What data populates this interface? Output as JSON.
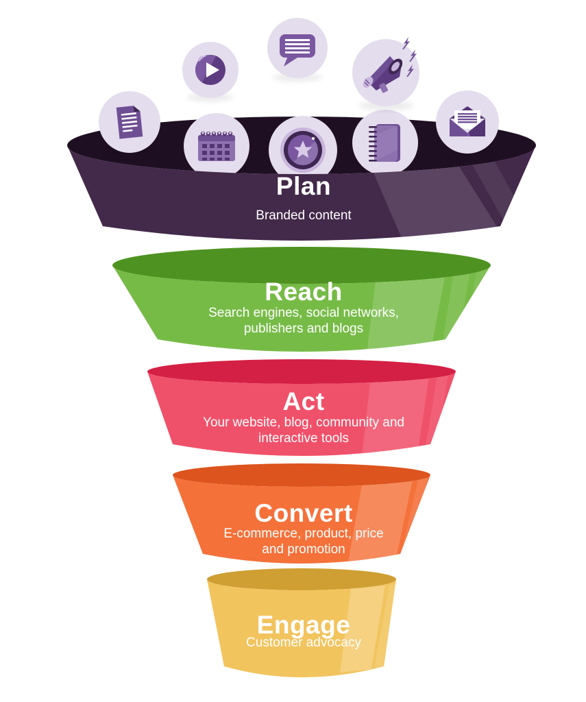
{
  "funnel": {
    "title_text_color": "#ffffff",
    "background": "#ffffff",
    "segments": [
      {
        "label": "Plan",
        "description": "Branded content",
        "colors": {
          "face": "#43294a",
          "top": "#1f0f23",
          "highlight": "#5c4163"
        }
      },
      {
        "label": "Reach",
        "description": "Search engines, social networks, publishers and blogs",
        "colors": {
          "face": "#77bb47",
          "top": "#4e9321",
          "highlight": "#8cc964"
        }
      },
      {
        "label": "Act",
        "description": "Your website, blog, community and interactive tools",
        "colors": {
          "face": "#f0516a",
          "top": "#d52045",
          "highlight": "#f4788c"
        }
      },
      {
        "label": "Convert",
        "description": "E-commerce, product, price and promotion",
        "colors": {
          "face": "#f4713a",
          "top": "#dd541e",
          "highlight": "#f89a64"
        }
      },
      {
        "label": "Engage",
        "description": "Customer advocacy",
        "colors": {
          "face": "#f2c45e",
          "top": "#cf9f33",
          "highlight": "#f7d886"
        }
      }
    ]
  },
  "icons": {
    "circle_fill": "#e4dded",
    "glyph_dark": "#3f2753",
    "glyph_deep": "#5d3b80",
    "glyph_mid": "#6f4f94",
    "glyph_light": "#8d71ae",
    "glyph_pale": "#c9b6dc",
    "items": [
      {
        "name": "document-icon"
      },
      {
        "name": "play-icon"
      },
      {
        "name": "speech-bubble-icon"
      },
      {
        "name": "megaphone-icon"
      },
      {
        "name": "envelope-icon"
      },
      {
        "name": "calendar-icon"
      },
      {
        "name": "star-badge-icon"
      },
      {
        "name": "notebook-icon"
      }
    ]
  }
}
